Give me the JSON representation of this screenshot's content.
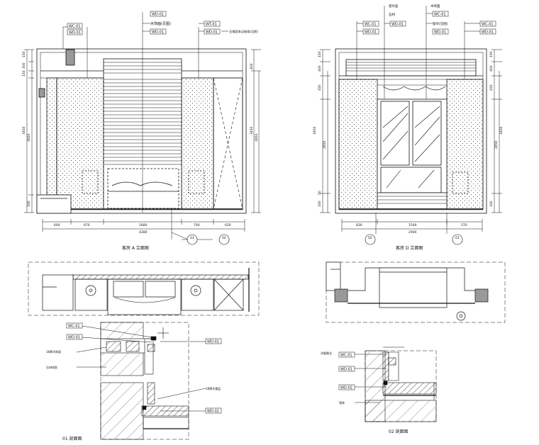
{
  "drawing_a": {
    "title": "客房 A 立面图",
    "tags_left": [
      "WC-01",
      "WD-01"
    ],
    "tags_mid": [
      "WD-01",
      "WD-01"
    ],
    "tags_right": [
      "WT-01",
      "WD-01"
    ],
    "note_mid": "木饰面(见图)",
    "note_right": "全镜面车边玻璃(见图)",
    "dim_left": [
      "150",
      "300",
      "150",
      "2620",
      "3450",
      "330"
    ],
    "dim_right": [
      "400",
      "3450",
      "2850"
    ],
    "dim_bottom": [
      "600",
      "670",
      "1680",
      "700",
      "620"
    ],
    "total_width": "4280",
    "callout_1": "01",
    "callout_2": "02"
  },
  "drawing_d": {
    "title": "客房 D 立面图",
    "tags_left": [
      "WC-01",
      "WD-01"
    ],
    "tags_mid": [
      "WD-01"
    ],
    "tags_right": [
      "WC-01",
      "WD-01"
    ],
    "tags_far_right": [
      "WC-01",
      "WD-01"
    ],
    "notes_mid": [
      "窗帘盒",
      "石材"
    ],
    "notes_right": [
      "木饰面",
      "窗帘(见图)"
    ],
    "dim_left": [
      "150",
      "400",
      "450",
      "3450",
      "2850",
      "50",
      "330"
    ],
    "dim_right": [
      "150",
      "400",
      "450",
      "3450",
      "2850",
      "330"
    ],
    "dim_bottom": [
      "830",
      "1500",
      "570"
    ],
    "total_width": "2900",
    "callout_1": "02",
    "callout_2": "01"
  },
  "section_01": {
    "title": "01 剖面图",
    "tags": [
      "WC-01",
      "WD-01",
      "WD-01",
      "WD-02"
    ],
    "labels": [
      "18厚木饰面",
      "石材线条",
      "18厚木基层"
    ]
  },
  "section_02": {
    "title": "02 剖面图",
    "tags": [
      "WC-01",
      "WD-01",
      "WD-02"
    ],
    "labels": [
      "详细做法",
      "墙体"
    ]
  }
}
